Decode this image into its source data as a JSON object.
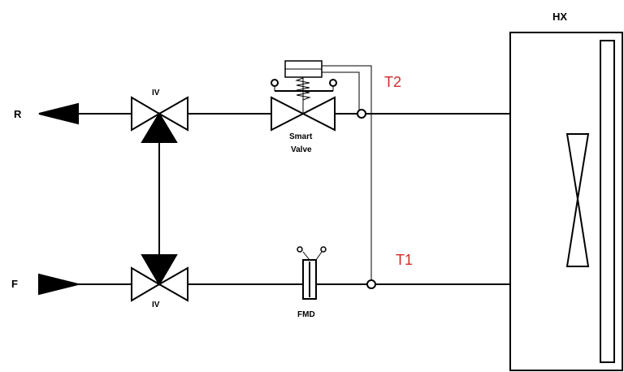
{
  "labels": {
    "return": "R",
    "flow": "F",
    "isolation_valve_top": "IV",
    "isolation_valve_bottom": "IV",
    "smart_valve_line1": "Smart",
    "smart_valve_line2": "Valve",
    "flow_measuring_device": "FMD",
    "heat_exchanger": "HX",
    "temp_sensor_2": "T2",
    "temp_sensor_1": "T1"
  },
  "colors": {
    "sensor_label": "#d52a2a",
    "lines": "#000000",
    "background": "#ffffff"
  }
}
